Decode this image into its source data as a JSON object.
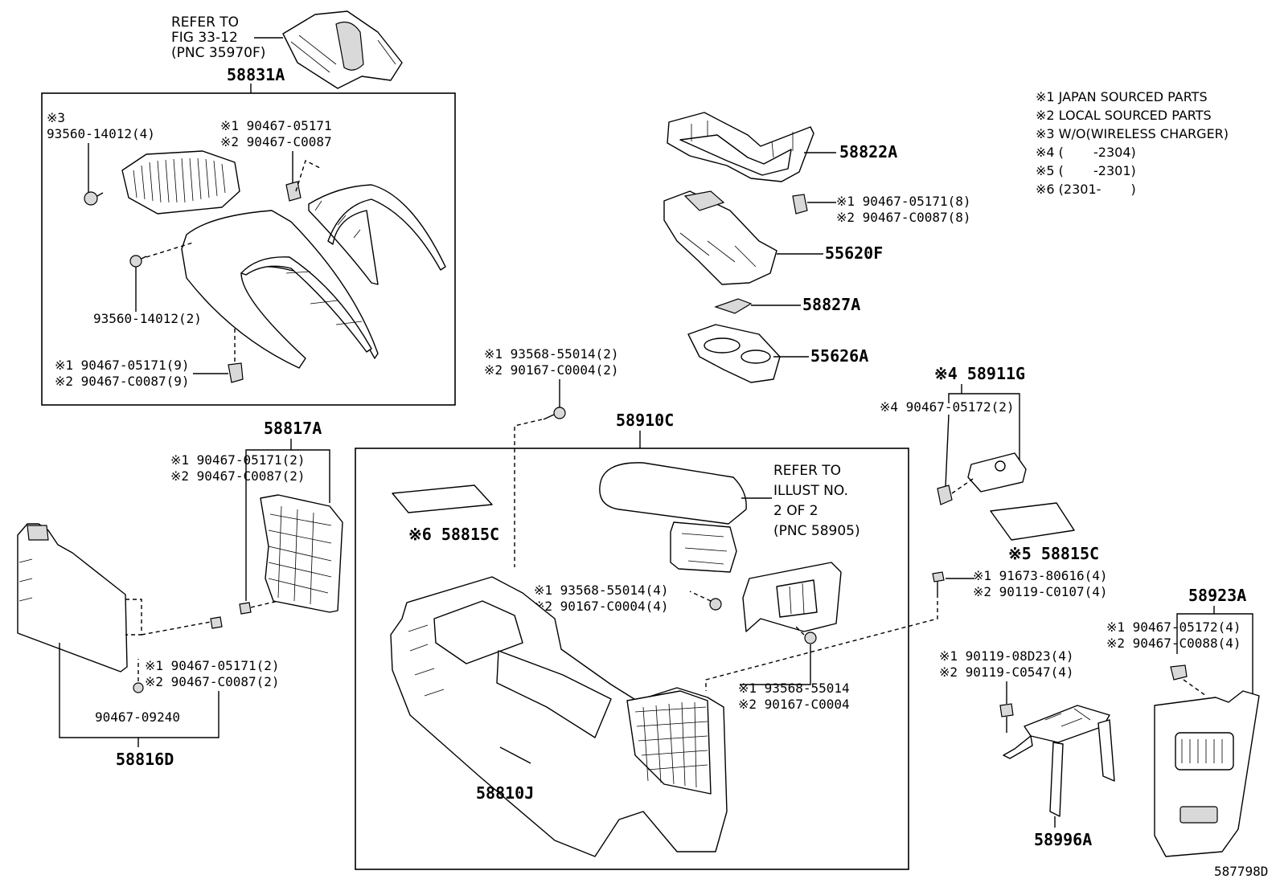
{
  "legend": [
    "※1 JAPAN SOURCED PARTS",
    "※2 LOCAL SOURCED PARTS",
    "※3 W/O(WIRELESS CHARGER)",
    "※4 (　　 -2304)",
    "※5 (　　 -2301)",
    "※6 (2301-　　 )"
  ],
  "refer_top": [
    "REFER TO",
    "FIG 33-12",
    "(PNC 35970F)"
  ],
  "refer_mid": [
    "REFER TO",
    "ILLUST NO.",
    "2 OF 2",
    "(PNC 58905)"
  ],
  "diagram_id": "587798D",
  "parts": {
    "p58831A": "58831A",
    "p58822A": "58822A",
    "p55620F": "55620F",
    "p58827A": "58827A",
    "p55626A": "55626A",
    "p58911G": "※4 58911G",
    "p58910C": "58910C",
    "p58817A": "58817A",
    "p58815C_left": "※6 58815C",
    "p58815C_right": "※5 58815C",
    "p58923A": "58923A",
    "p58816D": "58816D",
    "p58810J": "58810J",
    "p58996A": "58996A"
  },
  "callouts": {
    "c3_label": "※3",
    "c3_part": "93560-14012(4)",
    "c_top_1": "※1 90467-05171",
    "c_top_2": "※2 90467-C0087",
    "c_mid_clip": "93560-14012(2)",
    "c_box_bot_1": "※1 90467-05171(9)",
    "c_box_bot_2": "※2 90467-C0087(9)",
    "c_822_1": "※1 90467-05171(8)",
    "c_822_2": "※2 90467-C0087(8)",
    "c_screw_top_1": "※1 93568-55014(2)",
    "c_screw_top_2": "※2 90167-C0004(2)",
    "c_911_sub": "※4 90467-05172(2)",
    "c_817_1": "※1 90467-05171(2)",
    "c_817_2": "※2 90467-C0087(2)",
    "c_816_1": "※1 90467-05171(2)",
    "c_816_2": "※2 90467-C0087(2)",
    "c_816_bolt": "90467-09240",
    "c_arm_1": "※1 93568-55014(4)",
    "c_arm_2": "※2 90167-C0004(4)",
    "c_brk_1": "※1 93568-55014",
    "c_brk_2": "※2 90167-C0004",
    "c_bolt_1": "※1 91673-80616(4)",
    "c_bolt_2": "※2 90119-C0107(4)",
    "c_996_1": "※1 90119-08D23(4)",
    "c_996_2": "※2 90119-C0547(4)",
    "c_923_1": "※1 90467-05172(4)",
    "c_923_2": "※2 90467-C0088(4)"
  }
}
